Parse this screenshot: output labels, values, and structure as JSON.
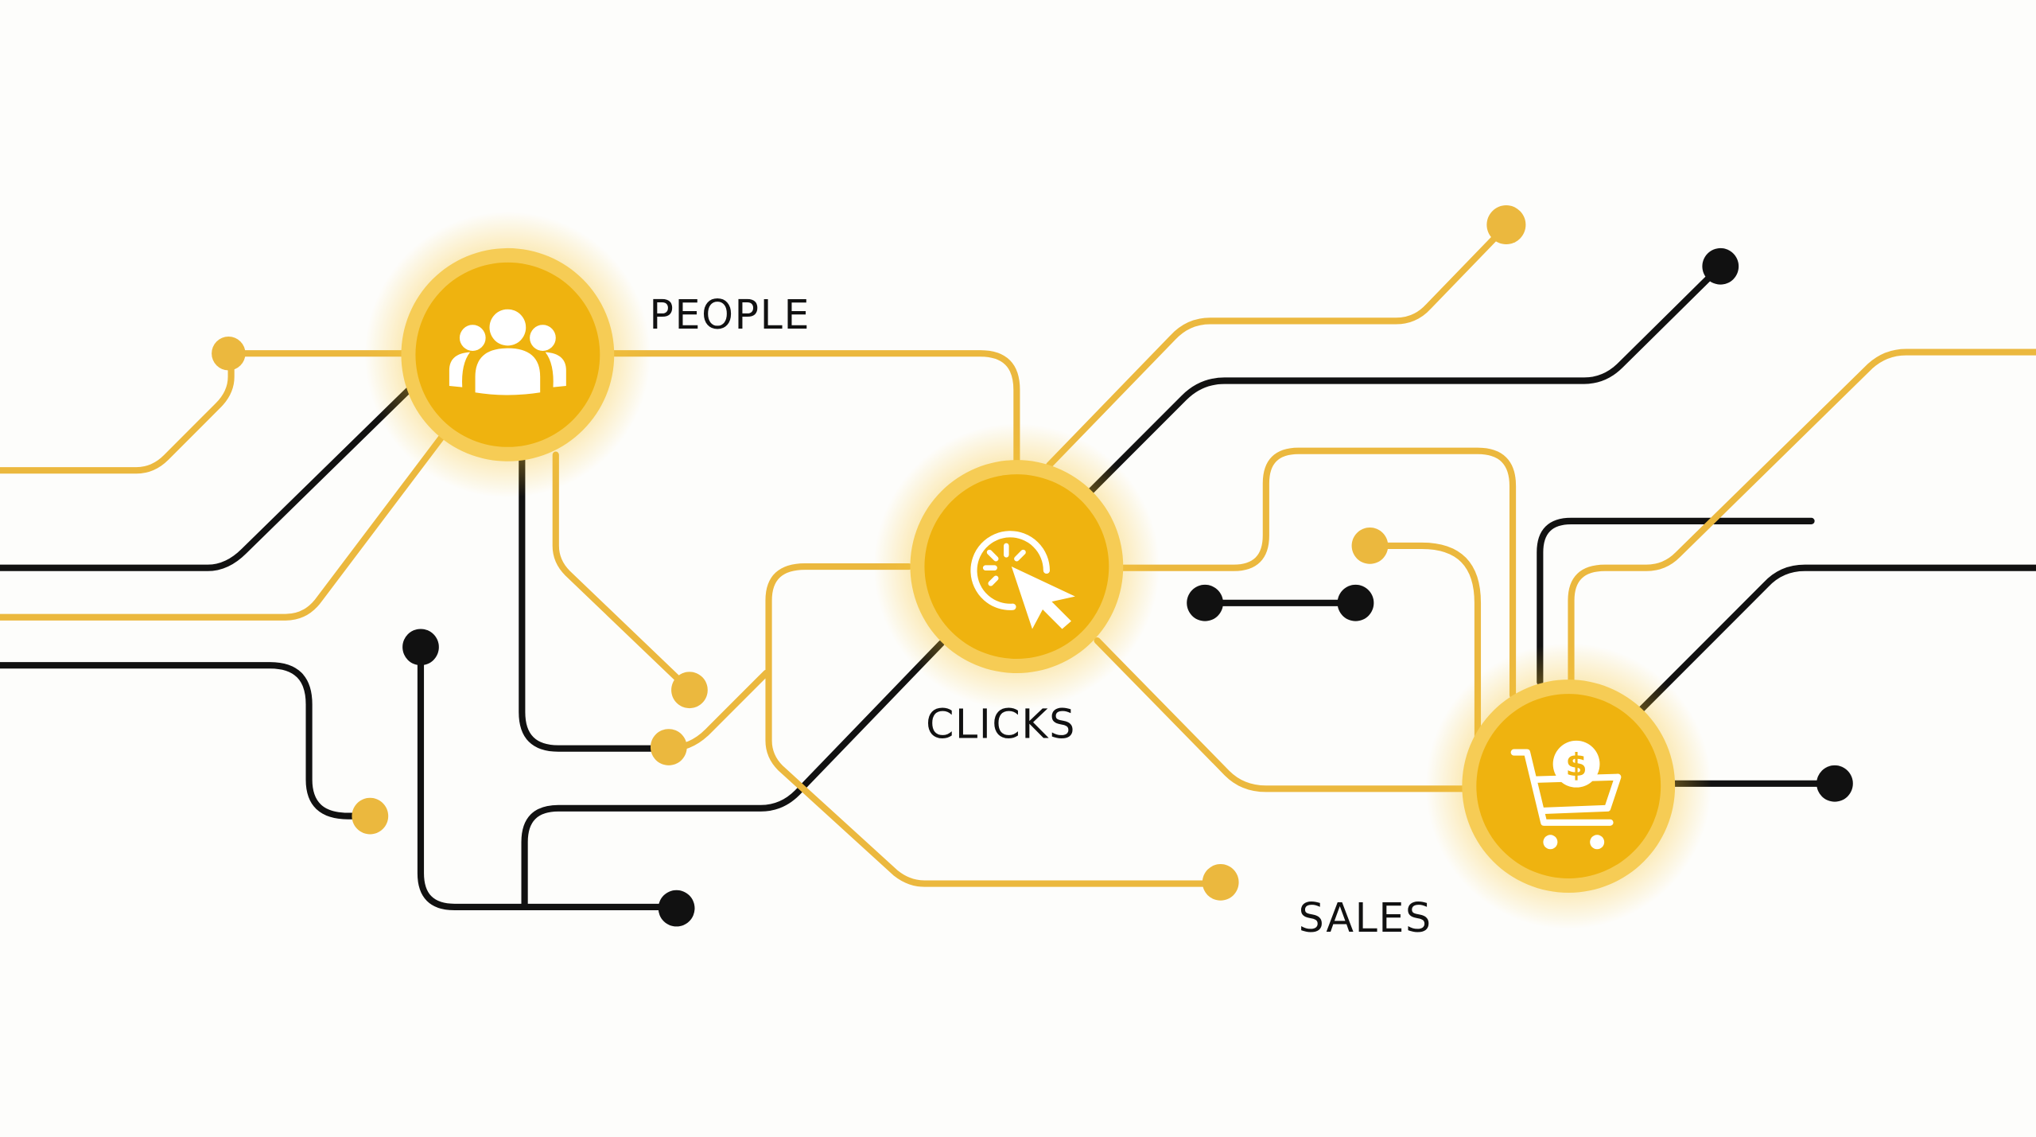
{
  "diagram": {
    "background": "#fdfdfb",
    "colors": {
      "accent": "#ebb83e",
      "node_fill": "#efb30f",
      "node_ring": "#f6cc55",
      "line_dark": "#111111",
      "icon": "#ffffff"
    },
    "nodes": [
      {
        "id": "people",
        "label": "PEOPLE",
        "icon": "people-icon"
      },
      {
        "id": "clicks",
        "label": "CLICKS",
        "icon": "click-cursor-icon"
      },
      {
        "id": "sales",
        "label": "SALES",
        "icon": "cart-dollar-icon"
      }
    ],
    "flow": [
      "PEOPLE",
      "CLICKS",
      "SALES"
    ]
  }
}
